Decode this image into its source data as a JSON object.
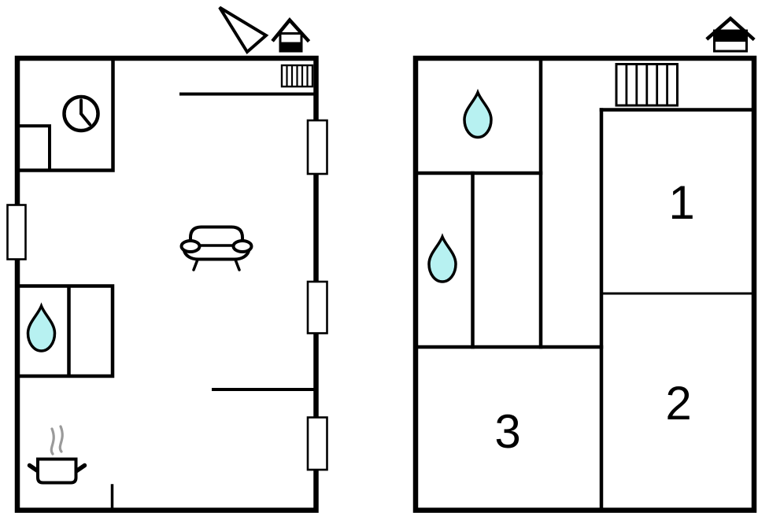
{
  "colors": {
    "wall": "#000000",
    "background": "#ffffff",
    "water_drop_fill": "#b7f1f1",
    "steam": "#9a9a9a"
  },
  "floors": [
    {
      "id": "ground-floor",
      "level_indicator": "house-icon-lower-half-filled",
      "icons": [
        "north-arrow",
        "staircase",
        "wall-clock",
        "water-drop",
        "steaming-pot",
        "sofa"
      ],
      "window_count": 4,
      "rooms": []
    },
    {
      "id": "first-floor",
      "level_indicator": "house-icon-upper-half-filled",
      "icons": [
        "staircase",
        "water-drop",
        "water-drop"
      ],
      "rooms": [
        {
          "label": "1"
        },
        {
          "label": "2"
        },
        {
          "label": "3"
        }
      ]
    }
  ]
}
